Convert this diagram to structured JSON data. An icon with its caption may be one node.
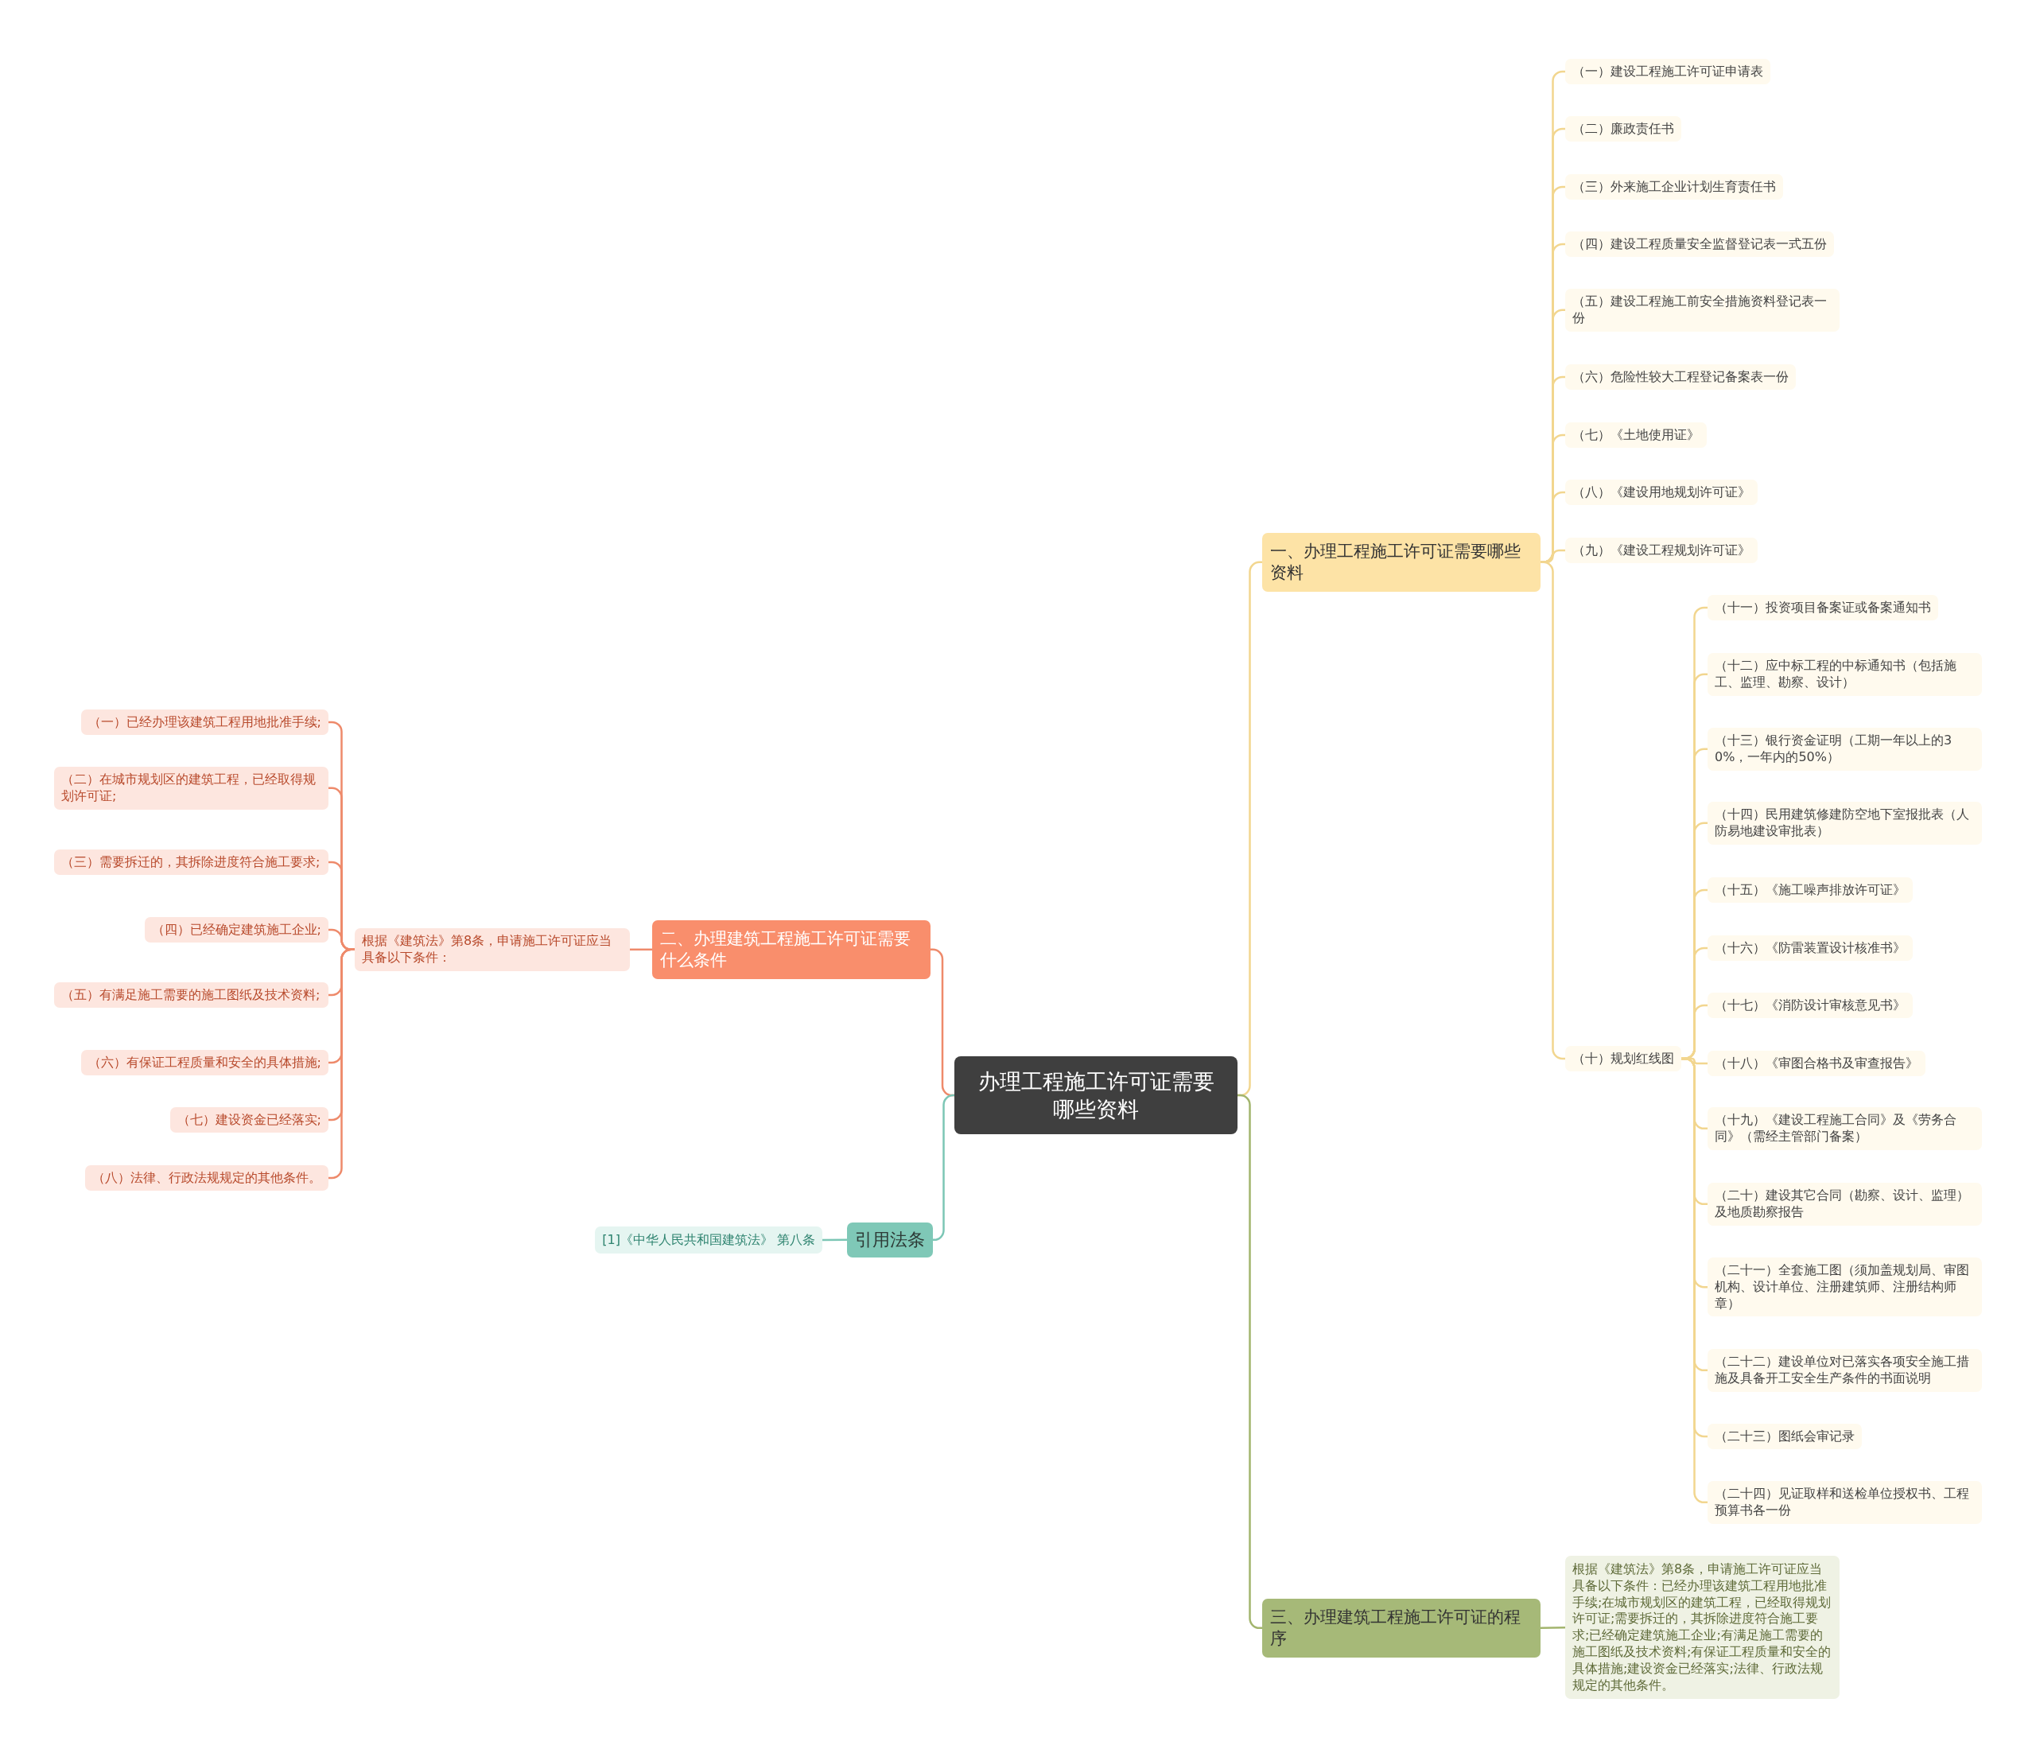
{
  "diagram": {
    "nodes": [
      {
        "text": [
          "办理工程施工许可证需要哪些资料"
        ]
      },
      {
        "text": [
          "一、办理工程施工许可证需要哪些资料"
        ]
      },
      {
        "text": [
          "（一）建设工程施工许可证申请表"
        ]
      },
      {
        "text": [
          "（二）廉政责任书"
        ]
      },
      {
        "text": [
          "（三）外来施工企业计划生育责任书"
        ]
      },
      {
        "text": [
          "（四）建设工程质量安全监督登记表一式五份"
        ]
      },
      {
        "text": [
          "（五）建设工程施工前安全措施资料登记表一份"
        ]
      },
      {
        "text": [
          "（六）危险性较大工程登记备案表一份"
        ]
      },
      {
        "text": [
          "（七）《土地使用证》"
        ]
      },
      {
        "text": [
          "（八）《建设用地规划许可证》"
        ]
      },
      {
        "text": [
          "（九）《建设工程规划许可证》"
        ]
      },
      {
        "text": [
          "（十）规划红线图"
        ]
      },
      {
        "text": [
          "（十一）投资项目备案证或备案通知书"
        ]
      },
      {
        "text": [
          "（十二）应中标工程的中标通知书（包括施工、监理、勘察、设计）"
        ]
      },
      {
        "text": [
          "（十三）银行资金证明（工期一年以上的30%，一年内的50%）"
        ]
      },
      {
        "text": [
          "（十四）民用建筑修建防空地下室报批表（人防易地建设审批表）"
        ]
      },
      {
        "text": [
          "（十五）《施工噪声排放许可证》"
        ]
      },
      {
        "text": [
          "（十六）《防雷装置设计核准书》"
        ]
      },
      {
        "text": [
          "（十七）《消防设计审核意见书》"
        ]
      },
      {
        "text": [
          "（十八）《审图合格书及审查报告》"
        ]
      },
      {
        "text": [
          "（十九）《建设工程施工合同》及《劳务合同》（需经主管部门备案）"
        ]
      },
      {
        "text": [
          "（二十）建设其它合同（勘察、设计、监理）及地质勘察报告"
        ]
      },
      {
        "text": [
          "（二十一）全套施工图（须加盖规划局、审图机构、设计单位、注册建筑师、注册结构师章）"
        ]
      },
      {
        "text": [
          "（二十二）建设单位对已落实各项安全施工措施及具备开工安全生产条件的书面说明"
        ]
      },
      {
        "text": [
          "（二十三）图纸会审记录"
        ]
      },
      {
        "text": [
          "（二十四）见证取样和送检单位授权书、工程预算书各一份"
        ]
      },
      {
        "text": [
          "二、办理建筑工程施工许可证需要什么条件"
        ]
      },
      {
        "text": [
          "根据《建筑法》第8条，申请施工许可证应当具备以下条件："
        ]
      },
      {
        "text": [
          "（一）已经办理该建筑工程用地批准手续;"
        ]
      },
      {
        "text": [
          "（二）在城市规划区的建筑工程，已经取得规划许可证;"
        ]
      },
      {
        "text": [
          "（三）需要拆迁的，其拆除进度符合施工要求;"
        ]
      },
      {
        "text": [
          "（四）已经确定建筑施工企业;"
        ]
      },
      {
        "text": [
          "（五）有满足施工需要的施工图纸及技术资料;"
        ]
      },
      {
        "text": [
          "（六）有保证工程质量和安全的具体措施;"
        ]
      },
      {
        "text": [
          "（七）建设资金已经落实;"
        ]
      },
      {
        "text": [
          "（八）法律、行政法规规定的其他条件。"
        ]
      },
      {
        "text": [
          "引用法条"
        ]
      },
      {
        "text": [
          "[1]《中华人民共和国建筑法》 第八条"
        ]
      },
      {
        "text": [
          "三、办理建筑工程施工许可证的程序"
        ]
      },
      {
        "text": [
          "根据《建筑法》第8条，申请施工许可证应当具备以下条件：已经办理该建筑工程用地批准手续;在城市规划区的建筑工程，已经取得规划许可证;需要拆迁的，其拆除进度符合施工要求;已经确定建筑施工企业;有满足施工需要的施工图纸及技术资料;有保证工程质量和安全的具体措施;建设资金已经落实;法律、行政法规规定的其他条件。"
        ]
      }
    ],
    "edges": [
      {
        "from": 0,
        "to": 1,
        "arrow": "none"
      },
      {
        "from": 1,
        "to": 2,
        "arrow": "none"
      },
      {
        "from": 1,
        "to": 3,
        "arrow": "none"
      },
      {
        "from": 1,
        "to": 4,
        "arrow": "none"
      },
      {
        "from": 1,
        "to": 5,
        "arrow": "none"
      },
      {
        "from": 1,
        "to": 6,
        "arrow": "none"
      },
      {
        "from": 1,
        "to": 7,
        "arrow": "none"
      },
      {
        "from": 1,
        "to": 8,
        "arrow": "none"
      },
      {
        "from": 1,
        "to": 9,
        "arrow": "none"
      },
      {
        "from": 1,
        "to": 10,
        "arrow": "none"
      },
      {
        "from": 1,
        "to": 11,
        "arrow": "none"
      },
      {
        "from": 11,
        "to": 12,
        "arrow": "none"
      },
      {
        "from": 11,
        "to": 13,
        "arrow": "none"
      },
      {
        "from": 11,
        "to": 14,
        "arrow": "none"
      },
      {
        "from": 11,
        "to": 15,
        "arrow": "none"
      },
      {
        "from": 11,
        "to": 16,
        "arrow": "none"
      },
      {
        "from": 11,
        "to": 17,
        "arrow": "none"
      },
      {
        "from": 11,
        "to": 18,
        "arrow": "none"
      },
      {
        "from": 11,
        "to": 19,
        "arrow": "none"
      },
      {
        "from": 11,
        "to": 20,
        "arrow": "none"
      },
      {
        "from": 11,
        "to": 21,
        "arrow": "none"
      },
      {
        "from": 11,
        "to": 22,
        "arrow": "none"
      },
      {
        "from": 11,
        "to": 23,
        "arrow": "none"
      },
      {
        "from": 11,
        "to": 24,
        "arrow": "none"
      },
      {
        "from": 11,
        "to": 25,
        "arrow": "none"
      },
      {
        "from": 0,
        "to": 26,
        "arrow": "none",
        "color": "#ee8a6b"
      },
      {
        "from": 26,
        "to": 27,
        "arrow": "none",
        "color": "#ee8a6b"
      },
      {
        "from": 27,
        "to": 28,
        "arrow": "none",
        "color": "#ee8a6b"
      },
      {
        "from": 27,
        "to": 29,
        "arrow": "none",
        "color": "#ee8a6b"
      },
      {
        "from": 27,
        "to": 30,
        "arrow": "none",
        "color": "#ee8a6b"
      },
      {
        "from": 27,
        "to": 31,
        "arrow": "none",
        "color": "#ee8a6b"
      },
      {
        "from": 27,
        "to": 32,
        "arrow": "none",
        "color": "#ee8a6b"
      },
      {
        "from": 27,
        "to": 33,
        "arrow": "none",
        "color": "#ee8a6b"
      },
      {
        "from": 27,
        "to": 34,
        "arrow": "none",
        "color": "#ee8a6b"
      },
      {
        "from": 27,
        "to": 35,
        "arrow": "none",
        "color": "#ee8a6b"
      },
      {
        "from": 0,
        "to": 36,
        "arrow": "none",
        "color": "#7cc6b5"
      },
      {
        "from": 36,
        "to": 37,
        "arrow": "none",
        "color": "#7cc6b5"
      },
      {
        "from": 0,
        "to": 38,
        "arrow": "none",
        "color": "#a3b56e"
      },
      {
        "from": 38,
        "to": 39,
        "arrow": "none",
        "color": "#a3b56e"
      }
    ]
  }
}
